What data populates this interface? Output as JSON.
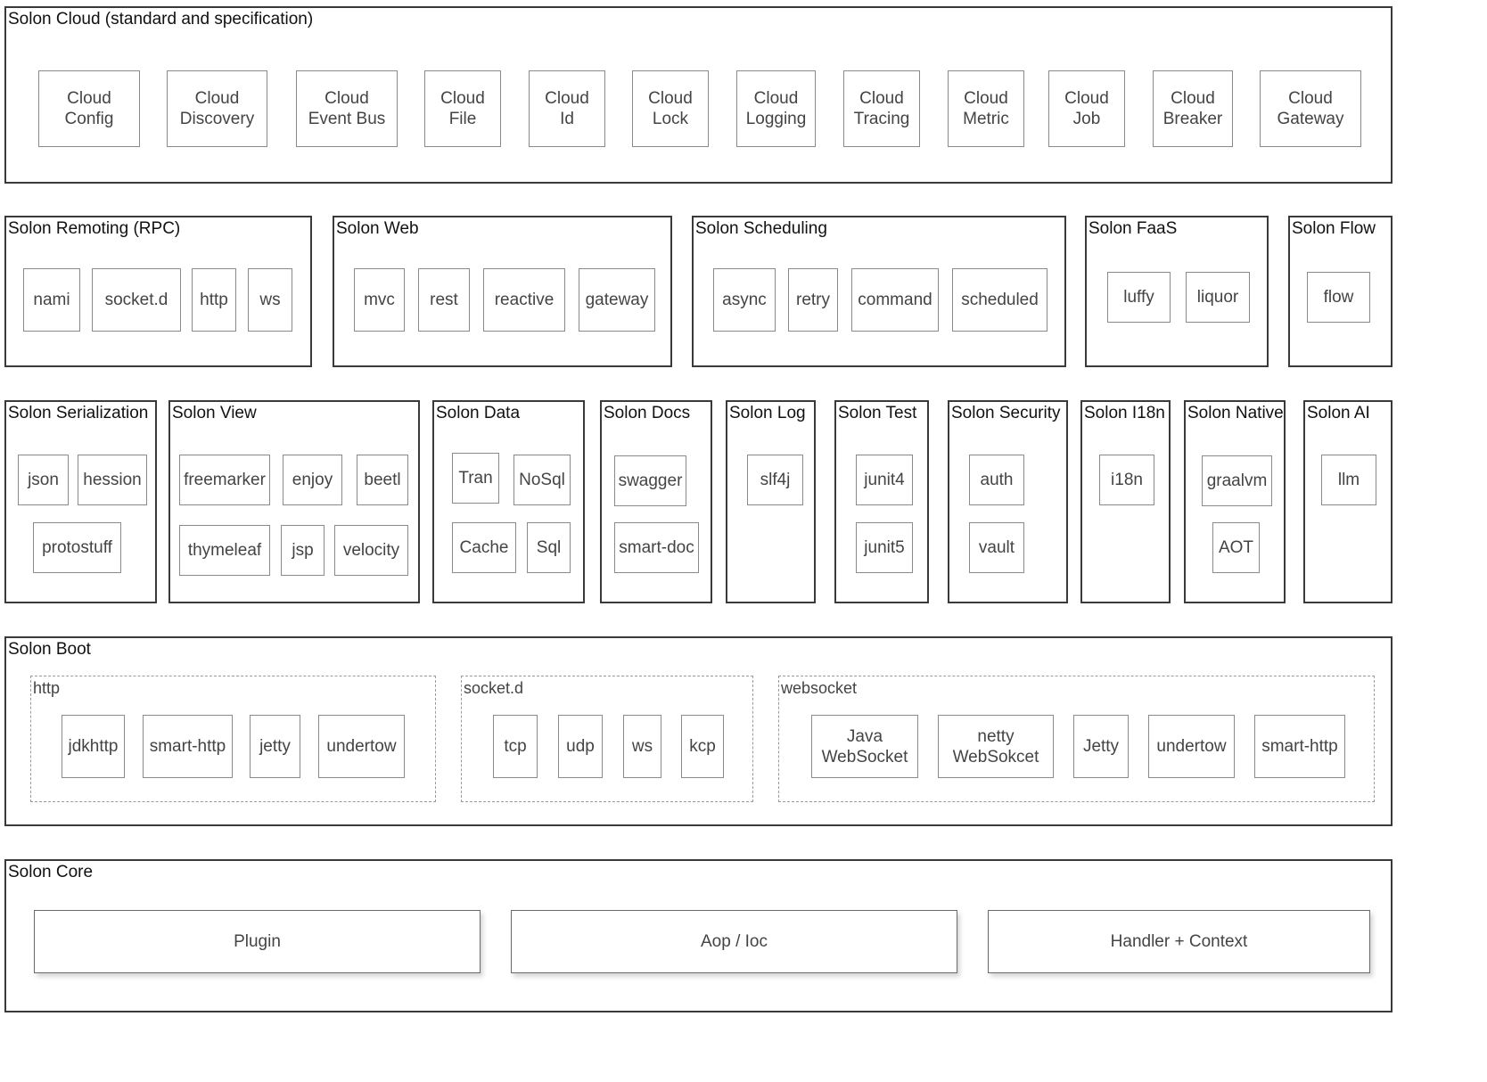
{
  "cloud": {
    "title": "Solon Cloud (standard and specification)",
    "modules": [
      "Cloud\nConfig",
      "Cloud\nDiscovery",
      "Cloud\nEvent Bus",
      "Cloud\nFile",
      "Cloud\nId",
      "Cloud\nLock",
      "Cloud\nLogging",
      "Cloud\nTracing",
      "Cloud\nMetric",
      "Cloud\nJob",
      "Cloud\nBreaker",
      "Cloud\nGateway"
    ]
  },
  "remoting": {
    "title": "Solon Remoting (RPC)",
    "modules": [
      "nami",
      "socket.d",
      "http",
      "ws"
    ]
  },
  "web": {
    "title": "Solon Web",
    "modules": [
      "mvc",
      "rest",
      "reactive",
      "gateway"
    ]
  },
  "scheduling": {
    "title": "Solon Scheduling",
    "modules": [
      "async",
      "retry",
      "command",
      "scheduled"
    ]
  },
  "faas": {
    "title": "Solon FaaS",
    "modules": [
      "luffy",
      "liquor"
    ]
  },
  "flow": {
    "title": "Solon Flow",
    "modules": [
      "flow"
    ]
  },
  "serialization": {
    "title": "Solon Serialization",
    "modules": [
      "json",
      "hession",
      "protostuff"
    ]
  },
  "view": {
    "title": "Solon View",
    "modules": [
      "freemarker",
      "enjoy",
      "beetl",
      "thymeleaf",
      "jsp",
      "velocity"
    ]
  },
  "data": {
    "title": "Solon Data",
    "modules": [
      "Tran",
      "NoSql",
      "Cache",
      "Sql"
    ]
  },
  "docs": {
    "title": "Solon Docs",
    "modules": [
      "swagger",
      "smart-doc"
    ]
  },
  "log": {
    "title": "Solon Log",
    "modules": [
      "slf4j"
    ]
  },
  "test": {
    "title": "Solon Test",
    "modules": [
      "junit4",
      "junit5"
    ]
  },
  "security": {
    "title": "Solon Security",
    "modules": [
      "auth",
      "vault"
    ]
  },
  "i18n": {
    "title": "Solon I18n",
    "modules": [
      "i18n"
    ]
  },
  "native": {
    "title": "Solon Native",
    "modules": [
      "graalvm",
      "AOT"
    ]
  },
  "ai": {
    "title": "Solon AI",
    "modules": [
      "llm"
    ]
  },
  "boot": {
    "title": "Solon Boot",
    "http": {
      "title": "http",
      "modules": [
        "jdkhttp",
        "smart-http",
        "jetty",
        "undertow"
      ]
    },
    "socketd": {
      "title": "socket.d",
      "modules": [
        "tcp",
        "udp",
        "ws",
        "kcp"
      ]
    },
    "websocket": {
      "title": "websocket",
      "modules": [
        "Java\nWebSocket",
        "netty\nWebSokcet",
        "Jetty",
        "undertow",
        "smart-http"
      ]
    }
  },
  "core": {
    "title": "Solon Core",
    "modules": [
      "Plugin",
      "Aop / Ioc",
      "Handler + Context"
    ]
  }
}
